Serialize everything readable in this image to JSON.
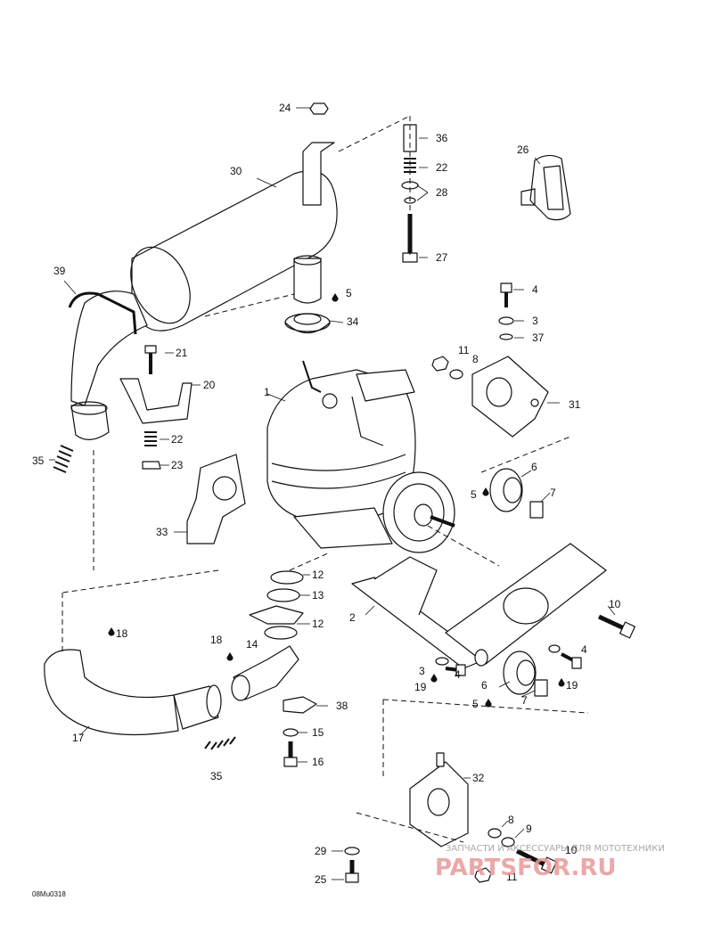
{
  "diagram": {
    "drawing_code": "08Mu0318",
    "callouts": [
      {
        "id": "c1",
        "text": "1"
      },
      {
        "id": "c2",
        "text": "2"
      },
      {
        "id": "c3a",
        "text": "3"
      },
      {
        "id": "c3b",
        "text": "3"
      },
      {
        "id": "c4a",
        "text": "4"
      },
      {
        "id": "c4b",
        "text": "4"
      },
      {
        "id": "c4c",
        "text": "4"
      },
      {
        "id": "c5a",
        "text": "5"
      },
      {
        "id": "c5b",
        "text": "5"
      },
      {
        "id": "c5c",
        "text": "5"
      },
      {
        "id": "c6a",
        "text": "6"
      },
      {
        "id": "c6b",
        "text": "6"
      },
      {
        "id": "c7a",
        "text": "7"
      },
      {
        "id": "c7b",
        "text": "7"
      },
      {
        "id": "c8a",
        "text": "8"
      },
      {
        "id": "c8b",
        "text": "8"
      },
      {
        "id": "c9",
        "text": "9"
      },
      {
        "id": "c10a",
        "text": "10"
      },
      {
        "id": "c10b",
        "text": "10"
      },
      {
        "id": "c11a",
        "text": "11"
      },
      {
        "id": "c11b",
        "text": "11"
      },
      {
        "id": "c12a",
        "text": "12"
      },
      {
        "id": "c12b",
        "text": "12"
      },
      {
        "id": "c13",
        "text": "13"
      },
      {
        "id": "c14",
        "text": "14"
      },
      {
        "id": "c15",
        "text": "15"
      },
      {
        "id": "c16",
        "text": "16"
      },
      {
        "id": "c17",
        "text": "17"
      },
      {
        "id": "c18a",
        "text": "18"
      },
      {
        "id": "c18b",
        "text": "18"
      },
      {
        "id": "c19a",
        "text": "19"
      },
      {
        "id": "c19b",
        "text": "19"
      },
      {
        "id": "c20",
        "text": "20"
      },
      {
        "id": "c21",
        "text": "21"
      },
      {
        "id": "c22a",
        "text": "22"
      },
      {
        "id": "c22b",
        "text": "22"
      },
      {
        "id": "c23",
        "text": "23"
      },
      {
        "id": "c24",
        "text": "24"
      },
      {
        "id": "c25",
        "text": "25"
      },
      {
        "id": "c26",
        "text": "26"
      },
      {
        "id": "c27",
        "text": "27"
      },
      {
        "id": "c28",
        "text": "28"
      },
      {
        "id": "c29",
        "text": "29"
      },
      {
        "id": "c30",
        "text": "30"
      },
      {
        "id": "c31",
        "text": "31"
      },
      {
        "id": "c32",
        "text": "32"
      },
      {
        "id": "c33",
        "text": "33"
      },
      {
        "id": "c34",
        "text": "34"
      },
      {
        "id": "c35a",
        "text": "35"
      },
      {
        "id": "c35b",
        "text": "35"
      },
      {
        "id": "c36",
        "text": "36"
      },
      {
        "id": "c37",
        "text": "37"
      },
      {
        "id": "c38",
        "text": "38"
      },
      {
        "id": "c39",
        "text": "39"
      }
    ]
  },
  "watermark": {
    "tagline": "ЗАПЧАСТИ И АКСЕССУАРЫ ДЛЯ МОТОТЕХНИКИ",
    "logo": "PARTSFOR.RU",
    "color": "#e07070"
  }
}
